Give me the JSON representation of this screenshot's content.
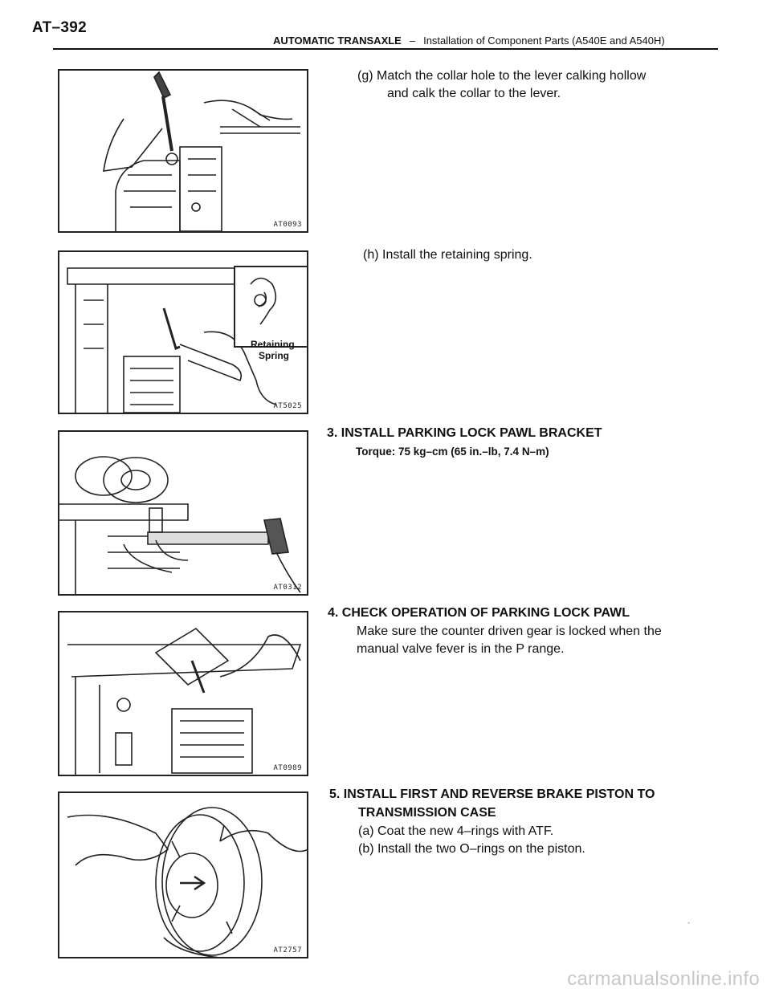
{
  "header": {
    "page_id": "AT–392",
    "section": "AUTOMATIC TRANSAXLE",
    "separator": "–",
    "subtitle": "Installation of Component Parts (A540E and A540H)"
  },
  "figures": [
    {
      "code": "AT0093"
    },
    {
      "code": "AT5025",
      "label_line1": "Retaining",
      "label_line2": "Spring"
    },
    {
      "code": "AT0312"
    },
    {
      "code": "AT0989"
    },
    {
      "code": "AT2757"
    }
  ],
  "steps": {
    "g": {
      "line1": "(g) Match the collar hole to the lever calking hollow",
      "line2": "and calk the collar to the lever."
    },
    "h": {
      "line1": "(h) Install the retaining spring."
    },
    "s3": {
      "heading": "3. INSTALL PARKING LOCK PAWL BRACKET",
      "torque": "Torque: 75 kg–cm (65 in.–lb, 7.4 N–m)"
    },
    "s4": {
      "heading": "4. CHECK OPERATION OF PARKING LOCK PAWL",
      "line1": "Make sure the counter driven gear is locked when the",
      "line2": "manual valve fever is in the P range."
    },
    "s5": {
      "heading_line1": "5. INSTALL FIRST AND REVERSE BRAKE PISTON TO",
      "heading_line2": "TRANSMISSION CASE",
      "a": "(a) Coat the new 4–rings with ATF.",
      "b": "(b) Install the two O–rings on the piston."
    }
  },
  "watermark": "carmanualsonline.info"
}
